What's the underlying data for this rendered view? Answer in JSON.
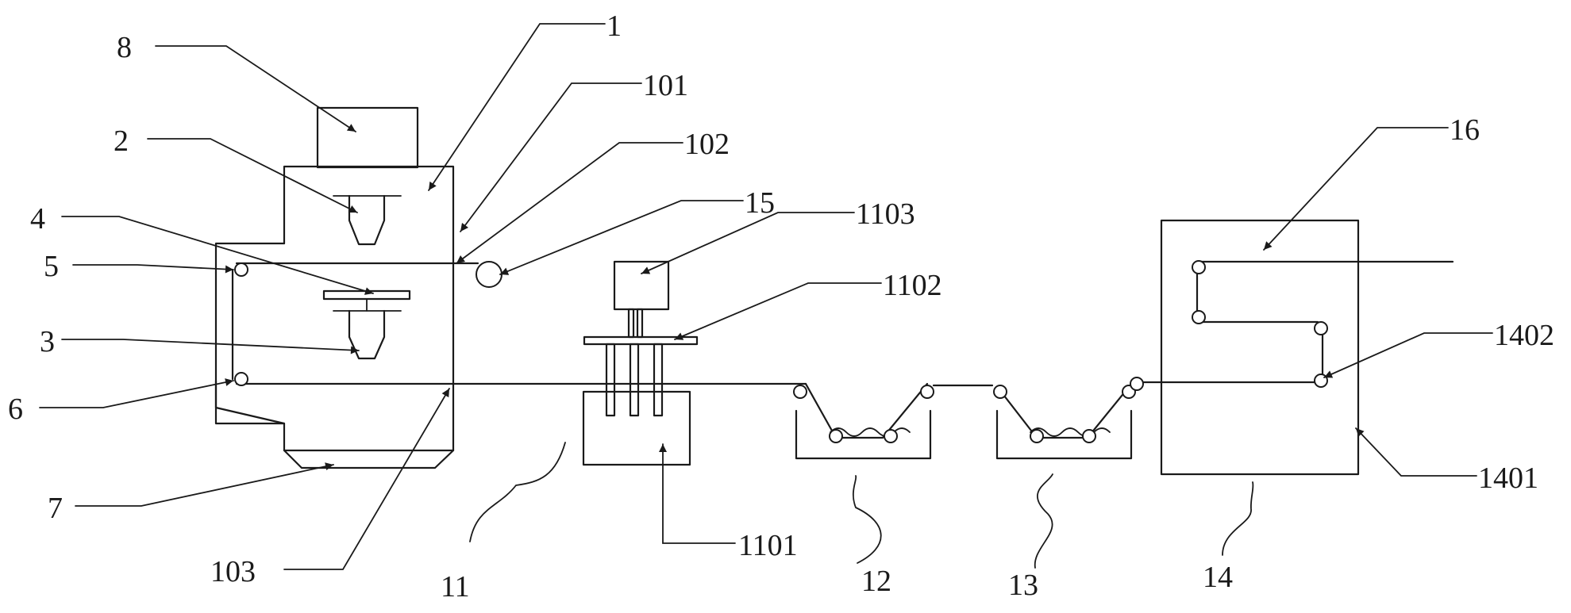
{
  "labels": {
    "l1": "1",
    "l101": "101",
    "l102": "102",
    "l103": "103",
    "l2": "2",
    "l3": "3",
    "l4": "4",
    "l5": "5",
    "l6": "6",
    "l7": "7",
    "l8": "8",
    "l11": "11",
    "l1101": "1101",
    "l1102": "1102",
    "l1103": "1103",
    "l12": "12",
    "l13": "13",
    "l14": "14",
    "l1401": "1401",
    "l1402": "1402",
    "l15": "15",
    "l16": "16"
  },
  "colors": {
    "line": "#1a1a1a",
    "background": "#ffffff"
  }
}
